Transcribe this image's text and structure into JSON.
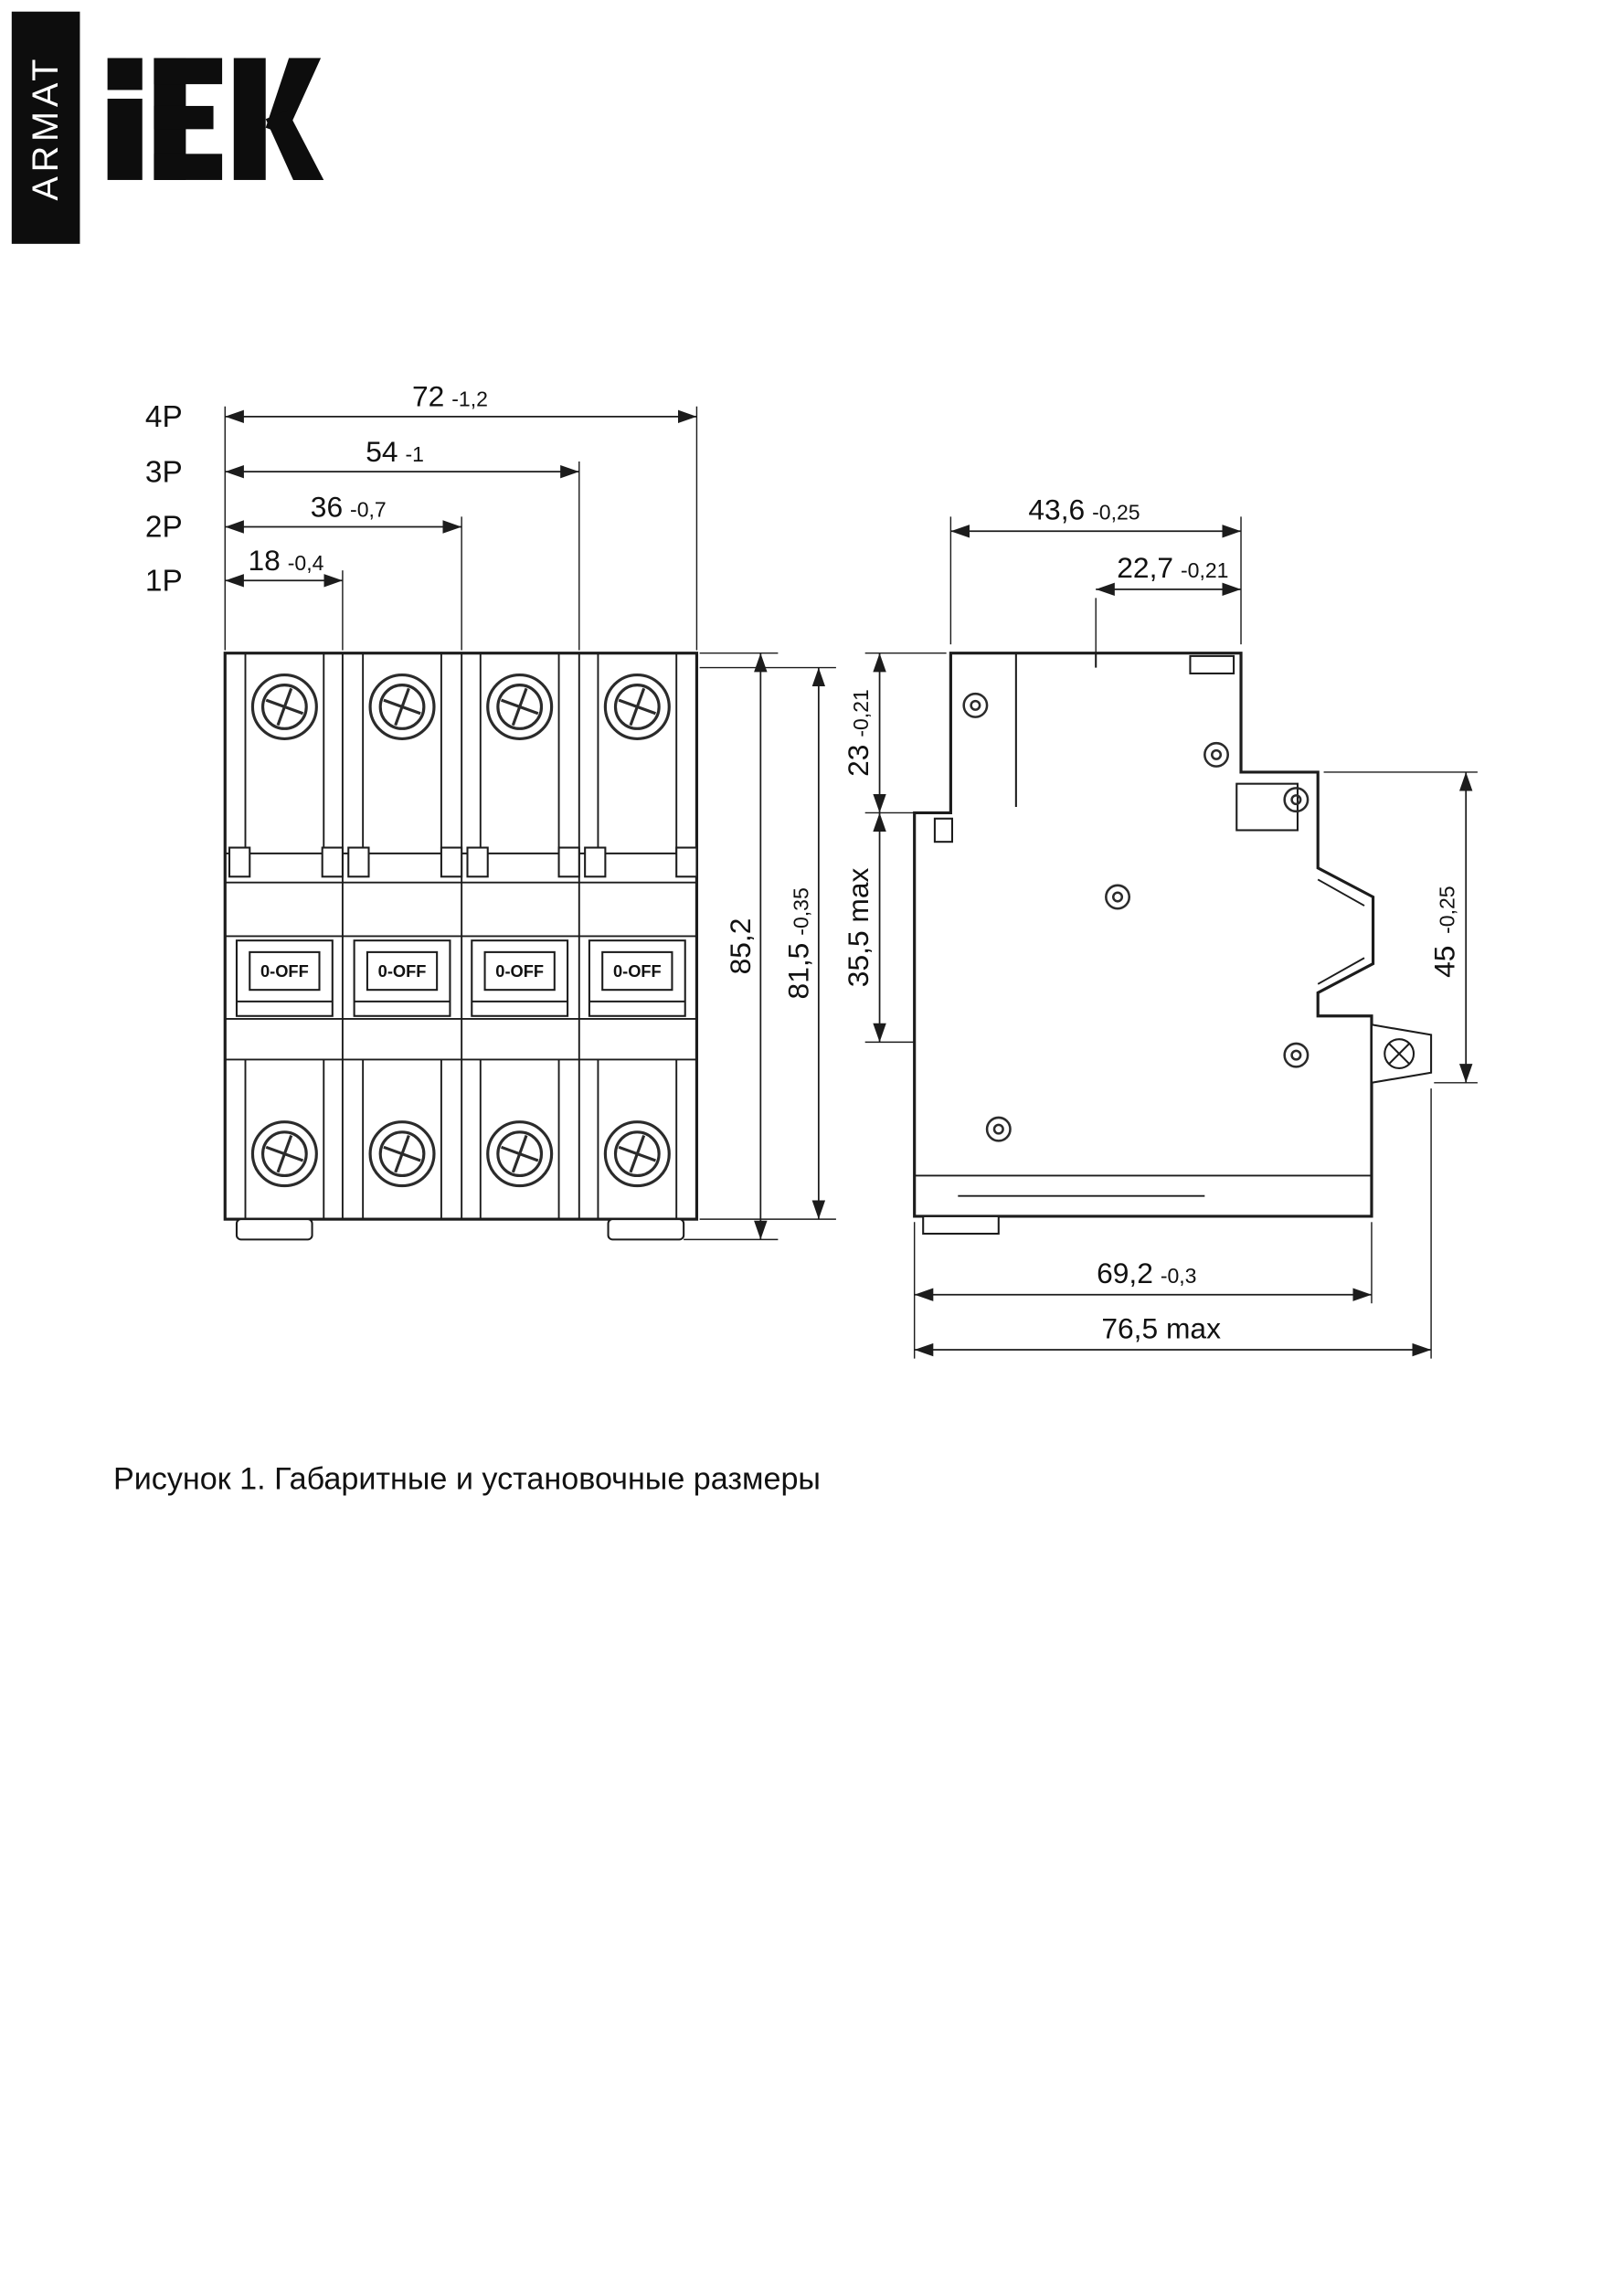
{
  "page": {
    "caption": "Рисунок 1. Габаритные и установочные размеры"
  },
  "brand": {
    "sidebar_label": "ARMAT",
    "logo_text": "IEK"
  },
  "front_view": {
    "toggle_label": "0-OFF",
    "pole_dims": [
      {
        "label": "4P",
        "value": "72",
        "tol": "-1,2"
      },
      {
        "label": "3P",
        "value": "54",
        "tol": "-1"
      },
      {
        "label": "2P",
        "value": "36",
        "tol": "-0,7"
      },
      {
        "label": "1P",
        "value": "18",
        "tol": "-0,4"
      }
    ],
    "height_total": {
      "value": "85,2"
    },
    "height_body": {
      "value": "81,5",
      "tol": "-0,35"
    }
  },
  "side_view": {
    "top_width": {
      "value": "43,6",
      "tol": "-0,25"
    },
    "front_top_width": {
      "value": "22,7",
      "tol": "-0,21"
    },
    "upper_height": {
      "value": "23",
      "tol": "-0,21"
    },
    "mid_height": {
      "value": "35,5 max"
    },
    "front_height": {
      "value": "45",
      "tol": "-0,25"
    },
    "mount_width": {
      "value": "69,2",
      "tol": "-0,3"
    },
    "total_depth": {
      "value": "76,5 max"
    }
  }
}
